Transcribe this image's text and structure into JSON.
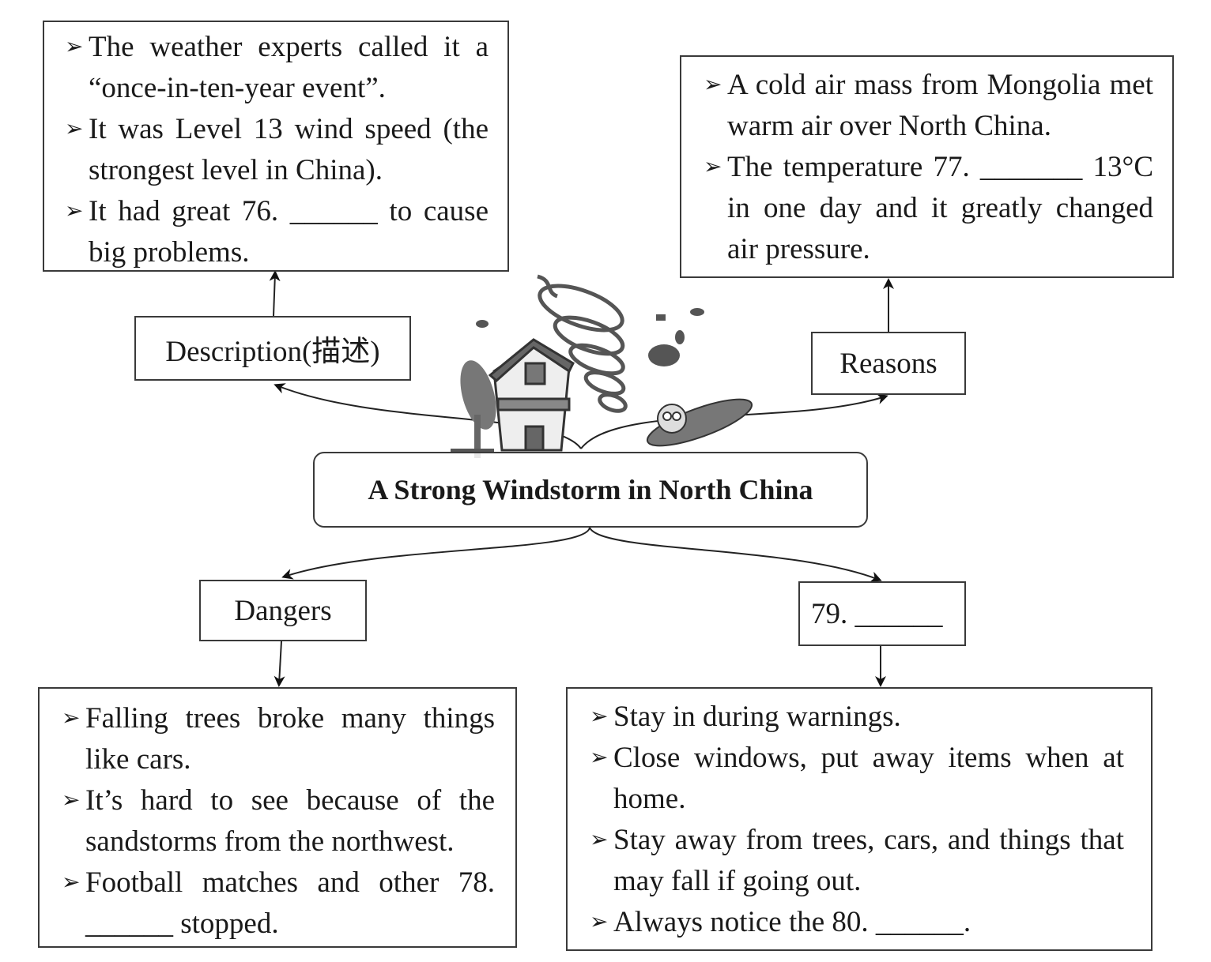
{
  "title": "A Strong Windstorm in North China",
  "branches": {
    "description": {
      "label": "Description(描述)",
      "bullets": [
        "The weather experts called it a “once-in-ten-year event”.",
        "It was Level 13 wind speed (the strongest level in China).",
        "It had great 76. ______ to cause big problems."
      ]
    },
    "reasons": {
      "label": "Reasons",
      "bullets": [
        "A cold air mass from Mongolia met warm air over North China.",
        "The temperature 77. _______ 13°C in one day and it greatly changed air pressure."
      ]
    },
    "dangers": {
      "label": "Dangers",
      "bullets": [
        "Falling trees broke many things like cars.",
        "It’s hard to see because of the sandstorms from the northwest.",
        "Football matches and other 78. ______ stopped."
      ]
    },
    "blank79": {
      "label": "79. ______",
      "bullets": [
        "Stay in during warnings.",
        "Close windows, put away items when at home.",
        "Stay away from trees, cars, and things that may fall if going out.",
        "Always notice the 80. ______."
      ]
    }
  },
  "bullet_glyph": "➢",
  "illustration": "windstorm-cartoon (tornado, damaged house, tree, person blown away)"
}
